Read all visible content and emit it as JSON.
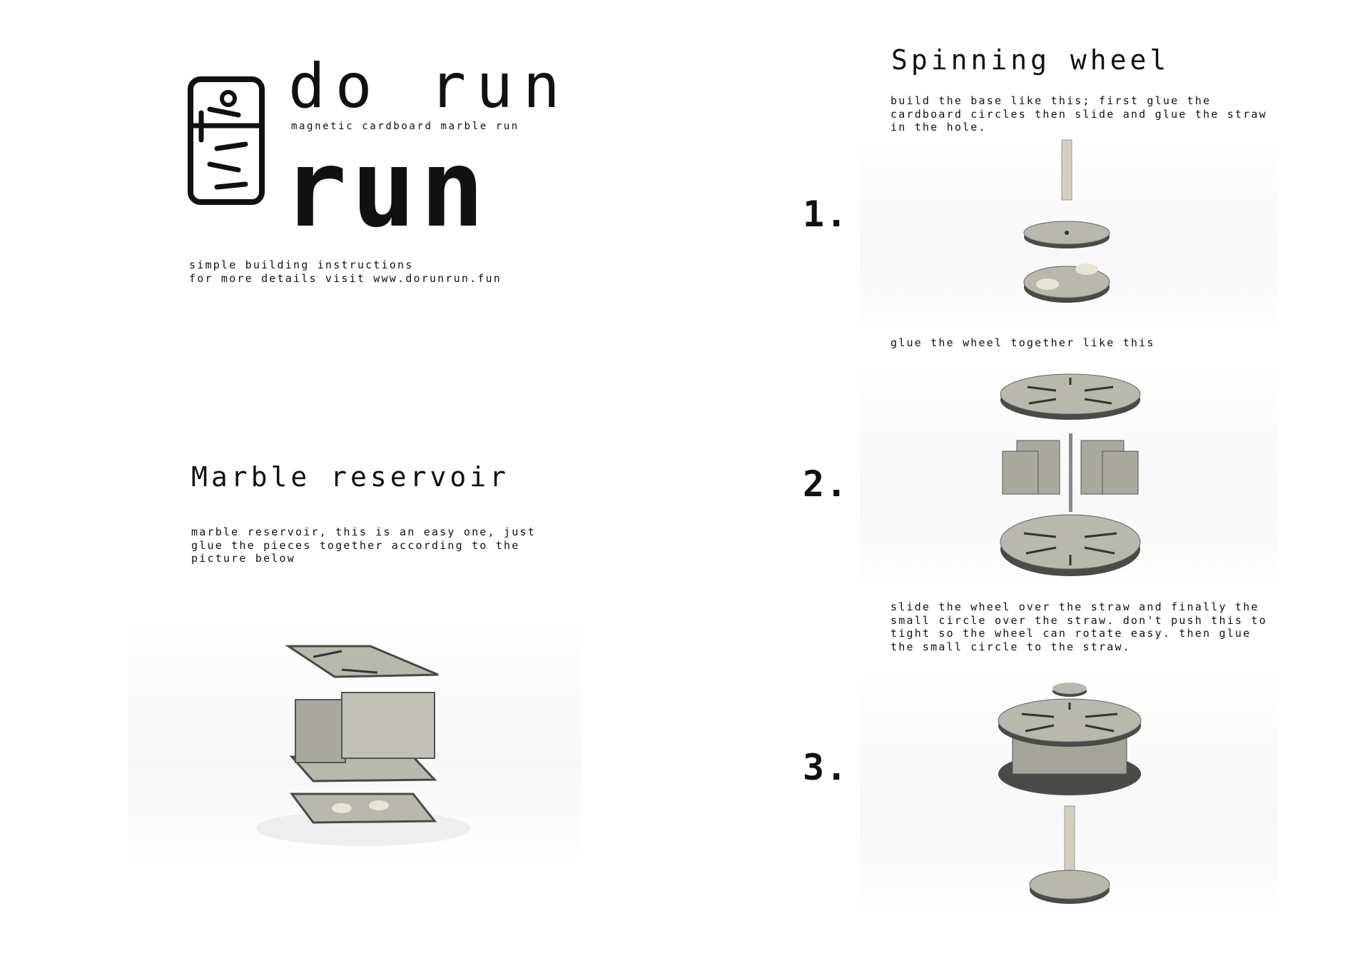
{
  "brand": {
    "name_top": "do run",
    "name_bottom": "run",
    "tagline": "magnetic cardboard marble run",
    "logo_icon": "marble-run-logo-icon"
  },
  "intro": {
    "line1": "simple building instructions",
    "line2": "for more details visit www.dorunrun.fun"
  },
  "reservoir": {
    "title": "Marble reservoir",
    "text": "marble reservoir, this is an easy one, just\nglue the pieces together according to the\npicture below"
  },
  "wheel": {
    "title": "Spinning wheel",
    "steps": [
      {
        "number": "1.",
        "text": "build the base like this; first glue the\ncardboard circles then slide and glue the straw\nin the hole."
      },
      {
        "number": "2.",
        "text": "glue the wheel together like this"
      },
      {
        "number": "3.",
        "text": "slide the wheel over the straw and finally the\nsmall circle over the straw. don't push this to\ntight so the wheel can rotate easy. then glue\nthe small circle to the straw."
      }
    ]
  },
  "colors": {
    "cardboard": "#b9b8ac",
    "edge": "#4a4a46",
    "dot": "#e8e4d6"
  }
}
